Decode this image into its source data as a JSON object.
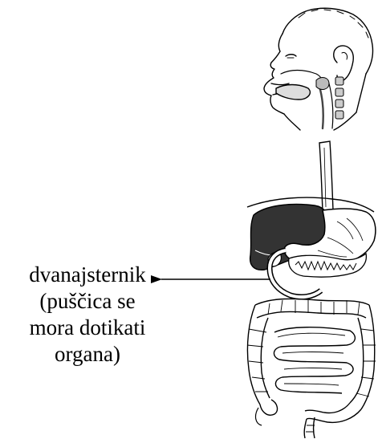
{
  "label": {
    "lines": [
      "dvanajsternik",
      "(puščica se",
      "mora dotikati",
      "organa)"
    ]
  },
  "colors": {
    "ink": "#000000",
    "shade": "#444444",
    "paper": "#ffffff"
  }
}
